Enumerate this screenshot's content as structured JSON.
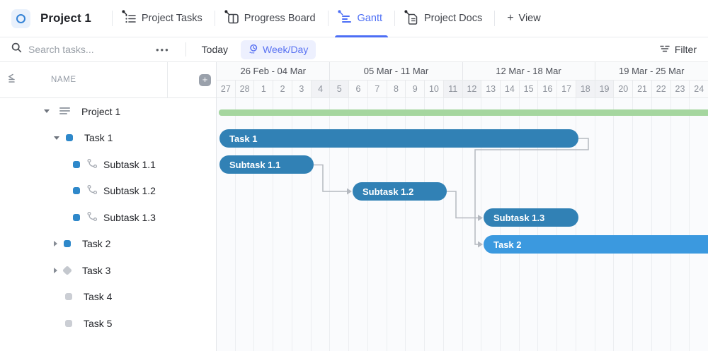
{
  "header": {
    "project_title": "Project 1",
    "tabs": [
      {
        "label": "Project Tasks",
        "icon": "list-icon",
        "active": false
      },
      {
        "label": "Progress Board",
        "icon": "board-icon",
        "active": false
      },
      {
        "label": "Gantt",
        "icon": "gantt-icon",
        "active": true
      },
      {
        "label": "Project Docs",
        "icon": "doc-icon",
        "active": false
      }
    ],
    "add_view_label": "View",
    "add_view_plus": "+"
  },
  "toolbar": {
    "search_placeholder": "Search tasks...",
    "more_label": "•••",
    "today_label": "Today",
    "zoom_label": "Week/Day",
    "filter_label": "Filter"
  },
  "left_panel": {
    "name_header": "NAME",
    "add_button": "+",
    "rows": [
      {
        "label": "Project 1",
        "depth": 0,
        "caret": "down",
        "icon": "list-lines-icon"
      },
      {
        "label": "Task 1",
        "depth": 1,
        "caret": "down",
        "icon": "status-square-blue"
      },
      {
        "label": "Subtask 1.1",
        "depth": 2,
        "caret": "none",
        "icon": "status-square-blue",
        "subtask_link": true
      },
      {
        "label": "Subtask 1.2",
        "depth": 2,
        "caret": "none",
        "icon": "status-square-blue",
        "subtask_link": true
      },
      {
        "label": "Subtask 1.3",
        "depth": 2,
        "caret": "none",
        "icon": "status-square-blue",
        "subtask_link": true
      },
      {
        "label": "Task 2",
        "depth": 1,
        "caret": "right",
        "icon": "status-square-blue"
      },
      {
        "label": "Task 3",
        "depth": 1,
        "caret": "right",
        "icon": "status-diamond-gray"
      },
      {
        "label": "Task 4",
        "depth": 1,
        "caret": "none",
        "icon": "status-square-gray"
      },
      {
        "label": "Task 5",
        "depth": 1,
        "caret": "none",
        "icon": "status-square-gray"
      }
    ]
  },
  "timeline": {
    "weeks": [
      {
        "label": "26 Feb - 04 Mar"
      },
      {
        "label": "05 Mar - 11 Mar"
      },
      {
        "label": "12 Mar - 18 Mar"
      },
      {
        "label": "19 Mar - 25 Mar"
      }
    ],
    "days": [
      {
        "label": "27"
      },
      {
        "label": "28"
      },
      {
        "label": "1"
      },
      {
        "label": "2"
      },
      {
        "label": "3"
      },
      {
        "label": "4",
        "weekend": true
      },
      {
        "label": "5",
        "weekend": true
      },
      {
        "label": "6"
      },
      {
        "label": "7"
      },
      {
        "label": "8"
      },
      {
        "label": "9"
      },
      {
        "label": "10"
      },
      {
        "label": "11",
        "weekend": true
      },
      {
        "label": "12",
        "weekend": true
      },
      {
        "label": "13"
      },
      {
        "label": "14"
      },
      {
        "label": "15"
      },
      {
        "label": "16"
      },
      {
        "label": "17"
      },
      {
        "label": "18",
        "weekend": true
      },
      {
        "label": "19",
        "weekend": true
      },
      {
        "label": "20"
      },
      {
        "label": "21"
      },
      {
        "label": "22"
      },
      {
        "label": "23"
      },
      {
        "label": "24"
      }
    ]
  },
  "chart_data": {
    "type": "gantt",
    "title": "Project 1 Gantt",
    "visible_range": [
      "27 Feb",
      "24 Mar"
    ],
    "tasks": [
      {
        "name": "Project 1",
        "kind": "summary",
        "start": "27 Feb",
        "end": "25 Mar+",
        "color": "#a5d69f"
      },
      {
        "name": "Task 1",
        "kind": "task",
        "start": "27 Feb",
        "end": "17 Mar",
        "color": "#3181b5"
      },
      {
        "name": "Subtask 1.1",
        "kind": "subtask",
        "start": "27 Feb",
        "end": "3 Mar",
        "color": "#3181b5"
      },
      {
        "name": "Subtask 1.2",
        "kind": "subtask",
        "start": "6 Mar",
        "end": "10 Mar",
        "color": "#3181b5"
      },
      {
        "name": "Subtask 1.3",
        "kind": "subtask",
        "start": "13 Mar",
        "end": "17 Mar",
        "color": "#3181b5"
      },
      {
        "name": "Task 2",
        "kind": "task",
        "start": "13 Mar",
        "end": "25 Mar+",
        "color": "#3b99df"
      }
    ],
    "dependencies": [
      {
        "from": "Subtask 1.1",
        "to": "Subtask 1.2"
      },
      {
        "from": "Subtask 1.2",
        "to": "Subtask 1.3"
      },
      {
        "from": "Task 1",
        "to": "Task 2"
      }
    ],
    "bar_labels": {
      "task1": "Task 1",
      "sub11": "Subtask 1.1",
      "sub12": "Subtask 1.2",
      "sub13": "Subtask 1.3",
      "task2": "Task 2"
    }
  },
  "colors": {
    "accent_blue": "#4c6ef5",
    "bar_blue": "#3181b5",
    "bar_light_blue": "#3b99df",
    "summary_green": "#a5d69f",
    "status_blue": "#2e88ca",
    "status_gray": "#cbced4",
    "connector_gray": "#b5b9c0"
  }
}
